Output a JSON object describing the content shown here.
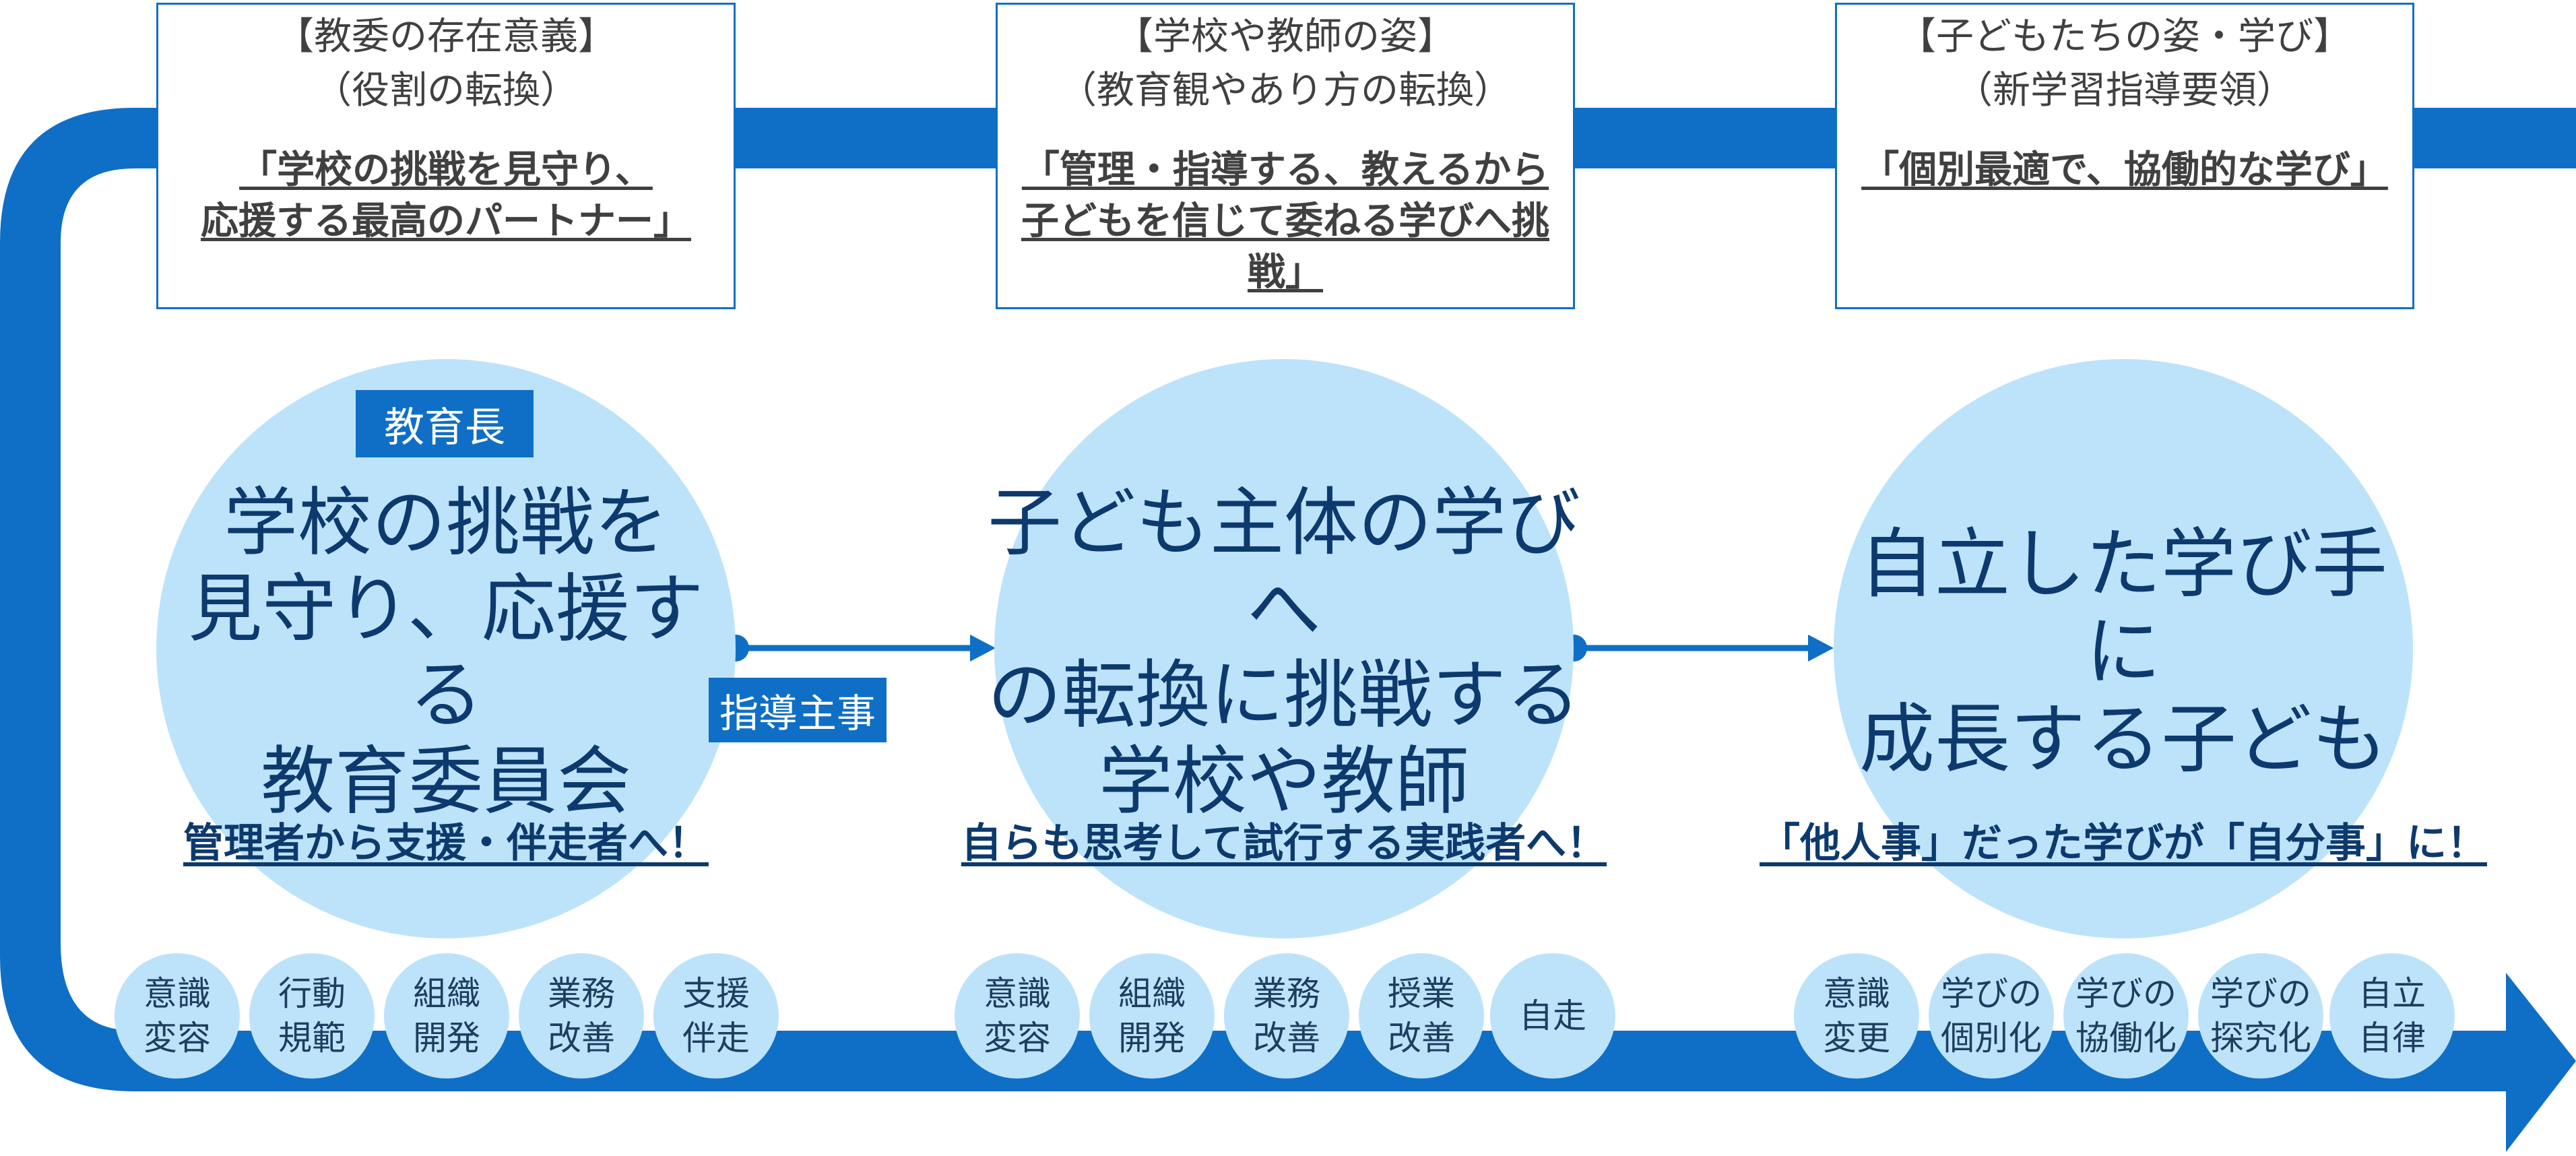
{
  "colors": {
    "flow": "#0f6fc6",
    "circle": "#bde3fb",
    "dark_text": "#0d3a6e",
    "box_text": "#404040"
  },
  "top_boxes": [
    {
      "line1": "【教委の存在意義】",
      "line2": "（役割の転換）",
      "quote": "「学校の挑戦を見守り、\n応援する最高のパートナー」"
    },
    {
      "line1": "【学校や教師の姿】",
      "line2": "（教育観やあり方の転換）",
      "quote": "「管理・指導する、教えるから\n子どもを信じて委ねる学びへ挑戦」"
    },
    {
      "line1": "【子どもたちの姿・学び】",
      "line2": "（新学習指導要領）",
      "quote": "「個別最適で、協働的な学び」"
    }
  ],
  "stages": [
    {
      "main": "学校の挑戦を\n見守り、応援する\n教育委員会",
      "tagline": "管理者から支援・伴走者へ！"
    },
    {
      "main": "子ども主体の学びへ\nの転換に挑戦する\n学校や教師",
      "tagline": "自らも思考して試行する実践者へ！"
    },
    {
      "main": "自立した学び手に\n成長する子ども",
      "tagline": "「他人事」だった学びが「自分事」に！"
    }
  ],
  "badges": {
    "superintendent": "教育長",
    "supervisor": "指導主事"
  },
  "keywords": [
    [
      "意識\n変容",
      "行動\n規範",
      "組織\n開発",
      "業務\n改善",
      "支援\n伴走"
    ],
    [
      "意識\n変容",
      "組織\n開発",
      "業務\n改善",
      "授業\n改善",
      "自走"
    ],
    [
      "意識\n変更",
      "学びの\n個別化",
      "学びの\n協働化",
      "学びの\n探究化",
      "自立\n自律"
    ]
  ]
}
